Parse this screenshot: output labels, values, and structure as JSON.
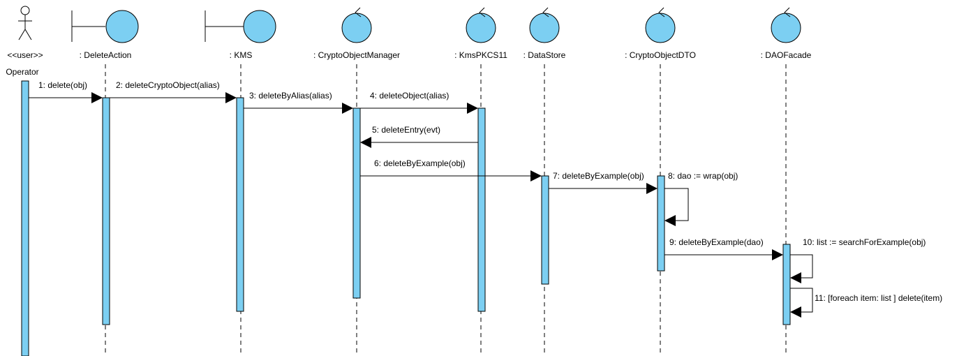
{
  "participants": [
    {
      "id": "operator",
      "kind": "actor",
      "stereotype": "<<user>>",
      "name": "Operator"
    },
    {
      "id": "deleteaction",
      "kind": "boundary",
      "name": ": DeleteAction"
    },
    {
      "id": "kms",
      "kind": "boundary",
      "name": ": KMS"
    },
    {
      "id": "cryptoobjectmanager",
      "kind": "control",
      "name": ": CryptoObjectManager"
    },
    {
      "id": "kmspkcs11",
      "kind": "control",
      "name": ": KmsPKCS11"
    },
    {
      "id": "datastore",
      "kind": "control",
      "name": ": DataStore"
    },
    {
      "id": "cryptoobjectdto",
      "kind": "control",
      "name": ": CryptoObjectDTO"
    },
    {
      "id": "daofacade",
      "kind": "control",
      "name": ": DAOFacade"
    }
  ],
  "messages": [
    {
      "label": "1: delete(obj)",
      "from": "operator",
      "to": "deleteaction"
    },
    {
      "label": "2: deleteCryptoObject(alias)",
      "from": "deleteaction",
      "to": "kms"
    },
    {
      "label": "3: deleteByAlias(alias)",
      "from": "kms",
      "to": "cryptoobjectmanager"
    },
    {
      "label": "4: deleteObject(alias)",
      "from": "cryptoobjectmanager",
      "to": "kmspkcs11"
    },
    {
      "label": "5: deleteEntry(evt)",
      "from": "kmspkcs11",
      "to": "cryptoobjectmanager"
    },
    {
      "label": "6: deleteByExample(obj)",
      "from": "cryptoobjectmanager",
      "to": "datastore"
    },
    {
      "label": "7: deleteByExample(obj)",
      "from": "datastore",
      "to": "cryptoobjectdto"
    },
    {
      "label": "8: dao := wrap(obj)",
      "from": "cryptoobjectdto",
      "to": "cryptoobjectdto"
    },
    {
      "label": "9: deleteByExample(dao)",
      "from": "cryptoobjectdto",
      "to": "daofacade"
    },
    {
      "label": "10: list := searchForExample(obj)",
      "from": "daofacade",
      "to": "daofacade"
    },
    {
      "label": "11: [foreach item: list ] delete(item)",
      "from": "daofacade",
      "to": "daofacade"
    }
  ],
  "colors": {
    "fill": "#7ccff2",
    "stroke": "#000000"
  }
}
